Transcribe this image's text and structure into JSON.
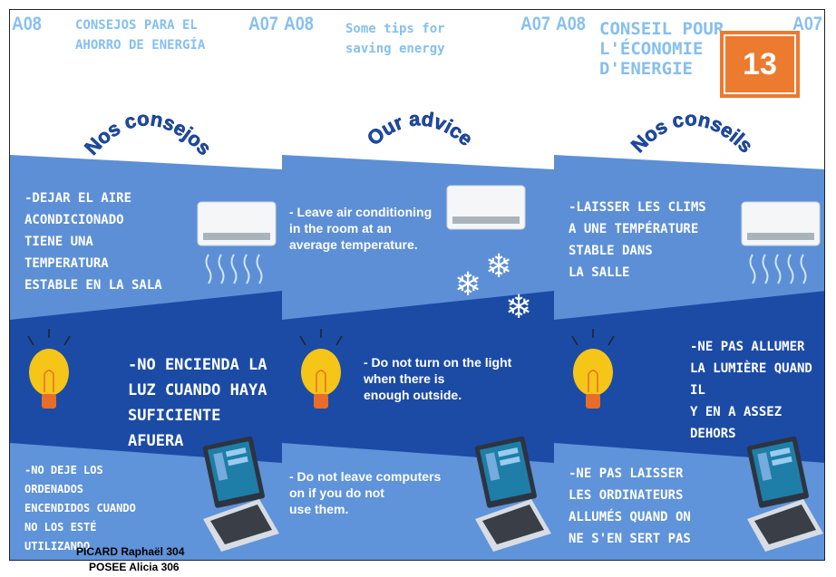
{
  "badge": "13",
  "credits": [
    "PICARD Raphaël 304",
    "POSEE Alicia 306"
  ],
  "panels": [
    {
      "code_left": "A08",
      "code_right": "A07",
      "title": [
        "CONSEJOS PARA EL",
        "AHORRO DE ENERGÍA"
      ],
      "arc": "Nos consejos",
      "tips": [
        [
          "-DEJAR EL AIRE",
          "ACONDICIONADO",
          "TIENE UNA",
          "TEMPERATURA",
          "ESTABLE EN LA SALA"
        ],
        [
          "-NO ENCIENDA LA",
          "LUZ CUANDO HAYA",
          "SUFICIENTE AFUERA"
        ],
        [
          "-NO DEJE LOS",
          "ORDENADOS",
          "ENCENDIDOS CUANDO",
          "NO LOS ESTÉ",
          "UTILIZANDO"
        ]
      ]
    },
    {
      "code_left": "A08",
      "code_right": "A07",
      "title": [
        "Some tips for",
        "saving energy"
      ],
      "arc": "Our advice",
      "tips": [
        [
          "- Leave air conditioning",
          "in the room at an",
          "average temperature."
        ],
        [
          "- Do not turn on the light",
          "when there is",
          "enough outside."
        ],
        [
          "- Do not leave computers",
          "on if you do not",
          "use them."
        ]
      ]
    },
    {
      "code_left": "A08",
      "code_right": "A07",
      "title": [
        "CONSEIL POUR",
        "L'ÉCONOMIE",
        "D'ENERGIE"
      ],
      "arc": "Nos conseils",
      "tips": [
        [
          "-LAISSER LES CLIMS",
          "A UNE TEMPÉRATURE",
          "STABLE DANS",
          "LA SALLE"
        ],
        [
          "-NE PAS ALLUMER",
          "LA LUMIÈRE QUAND IL",
          "Y EN A ASSEZ",
          "DEHORS"
        ],
        [
          "-NE PAS LAISSER",
          "LES ORDINATEURS",
          "ALLUMÉS QUAND ON",
          "NE S'EN SERT PAS"
        ]
      ]
    }
  ]
}
